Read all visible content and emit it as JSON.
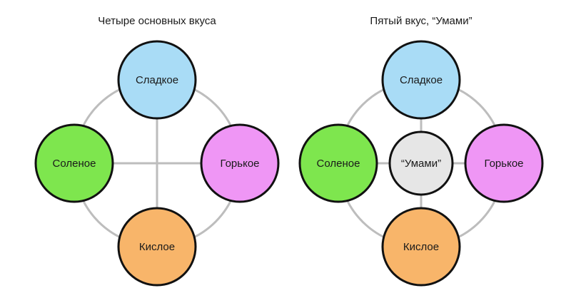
{
  "colors": {
    "sweet": "#a9dcf6",
    "salty": "#7ee64e",
    "bitter": "#ef96f5",
    "sour": "#f8b56a",
    "umami": "#e6e6e6",
    "link": "#bdbdbd",
    "outline": "#111111"
  },
  "left_diagram": {
    "title": "Четыре основных вкуса",
    "top": "Сладкое",
    "left": "Соленое",
    "right": "Горькое",
    "bottom": "Кислое"
  },
  "right_diagram": {
    "title": "Пятый вкус, “Умами”",
    "top": "Сладкое",
    "left": "Соленое",
    "center": "“Умами”",
    "right": "Горькое",
    "bottom": "Кислое"
  }
}
